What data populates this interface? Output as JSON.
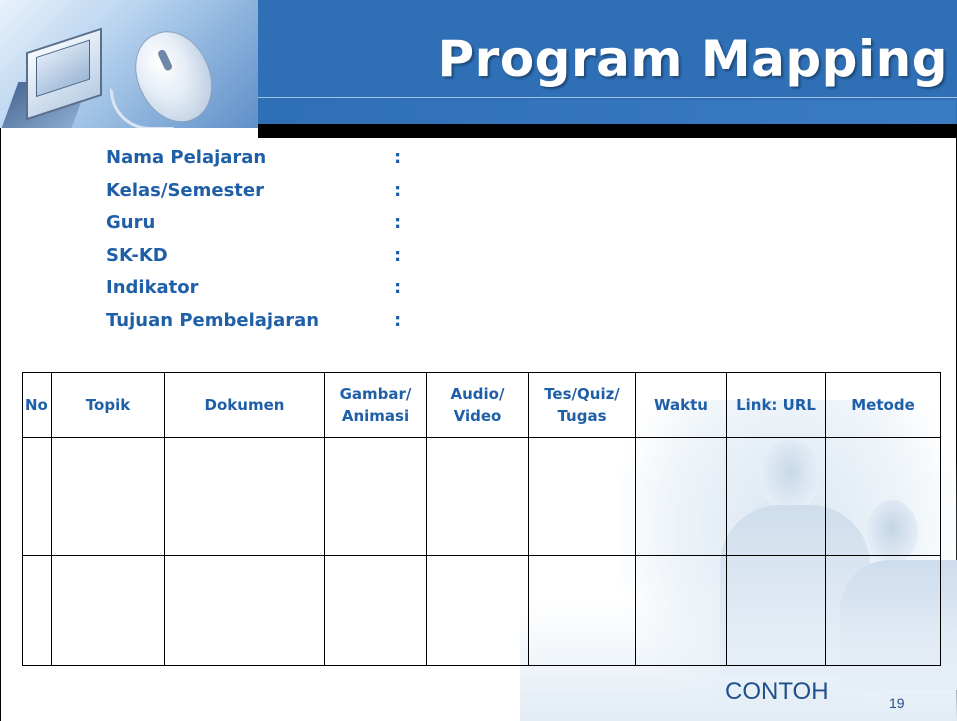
{
  "title": "Program Mapping",
  "info_fields": [
    {
      "label": "Nama Pelajaran",
      "colon": ":"
    },
    {
      "label": "Kelas/Semester",
      "colon": ":"
    },
    {
      "label": "Guru",
      "colon": ":"
    },
    {
      "label": "SK-KD",
      "colon": ":"
    },
    {
      "label": "Indikator",
      "colon": ":"
    },
    {
      "label": "Tujuan Pembelajaran",
      "colon": ":"
    }
  ],
  "table": {
    "headers": [
      {
        "line1": "No",
        "line2": ""
      },
      {
        "line1": "Topik",
        "line2": ""
      },
      {
        "line1": "Dokumen",
        "line2": ""
      },
      {
        "line1": "Gambar/",
        "line2": "Animasi"
      },
      {
        "line1": "Audio/",
        "line2": "Video"
      },
      {
        "line1": "Tes/Quiz/",
        "line2": "Tugas"
      },
      {
        "line1": "Waktu",
        "line2": ""
      },
      {
        "line1": "Link: URL",
        "line2": ""
      },
      {
        "line1": "Metode",
        "line2": ""
      }
    ],
    "rows": [
      [
        "",
        "",
        "",
        "",
        "",
        "",
        "",
        "",
        ""
      ],
      [
        "",
        "",
        "",
        "",
        "",
        "",
        "",
        "",
        ""
      ]
    ]
  },
  "footer": {
    "label": "CONTOH",
    "page_number": "19"
  },
  "colors": {
    "title_bar": "#2e6fb6",
    "text_blue": "#1f5fa8"
  }
}
